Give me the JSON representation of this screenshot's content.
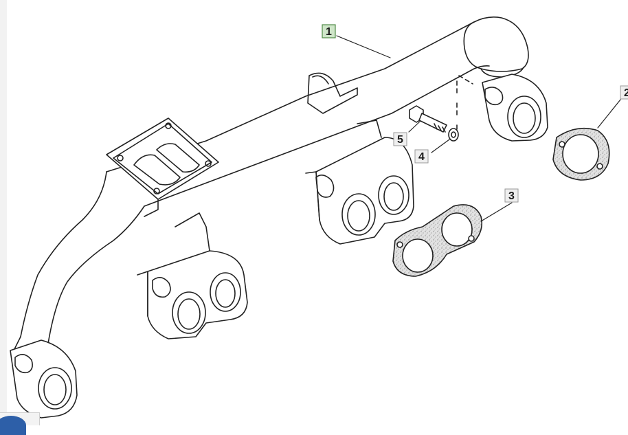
{
  "diagram": {
    "callouts": [
      {
        "id": "c1",
        "label": "1",
        "highlight": true
      },
      {
        "id": "c2",
        "label": "2",
        "highlight": false
      },
      {
        "id": "c3",
        "label": "3",
        "highlight": false
      },
      {
        "id": "c4",
        "label": "4",
        "highlight": false
      },
      {
        "id": "c5",
        "label": "5",
        "highlight": false
      }
    ],
    "colors": {
      "line": "#222222",
      "highlight_fill": "#cfe6c9",
      "highlight_stroke": "#4f8a46",
      "box_fill": "#efefef",
      "box_stroke": "#9a9a9a",
      "gasket_fill": "#d9d9d9",
      "corner_widget": "#2d5fa8"
    }
  }
}
